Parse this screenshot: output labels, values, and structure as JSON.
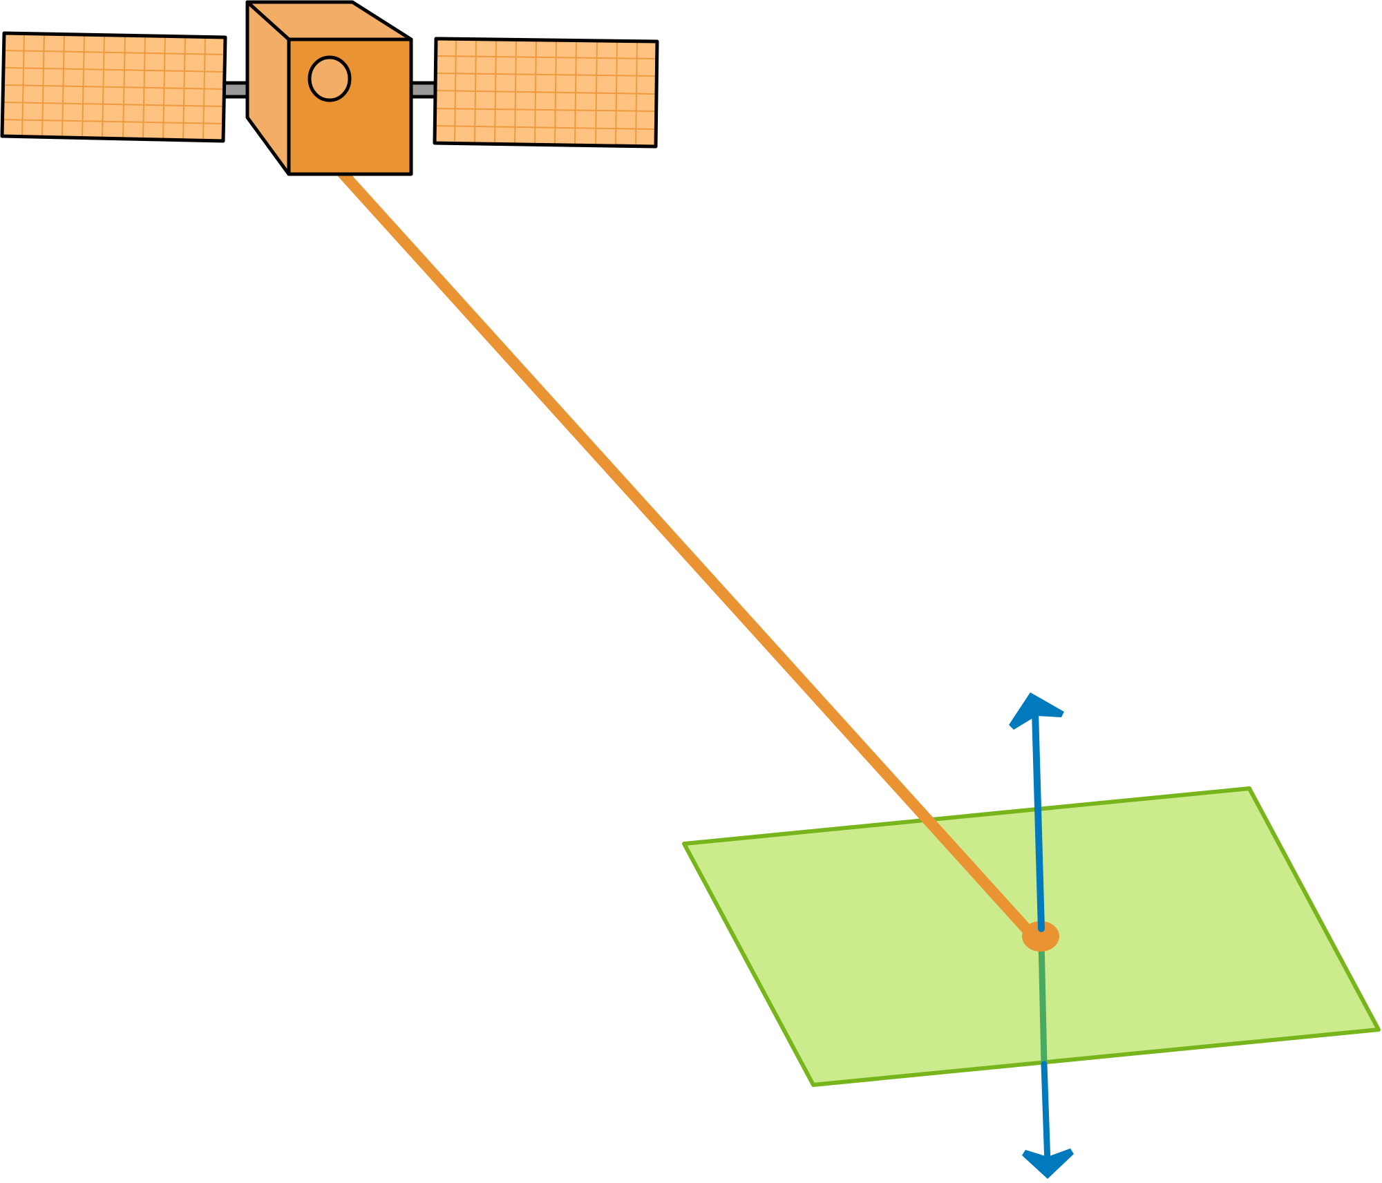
{
  "diagram": {
    "objects": [
      {
        "name": "satellite",
        "parts": [
          "bus",
          "lens",
          "left-solar-panel",
          "right-solar-panel",
          "panel-struts"
        ]
      },
      {
        "name": "line-of-sight-beam",
        "from": "satellite",
        "to": "target-point"
      },
      {
        "name": "ground-surface-patch"
      },
      {
        "name": "target-point"
      },
      {
        "name": "surface-normal-double-arrow"
      }
    ]
  },
  "colors": {
    "panel_fill": "#FFC281",
    "panel_grid": "#EE9A3E",
    "bus_front": "#EA9332",
    "bus_side": "#F2AD66",
    "strut": "#999999",
    "outline": "#000000",
    "beam": "#EA9332",
    "surface_fill": "#CBEB8C",
    "surface_edge": "#78B51C",
    "normal_arrow": "#0079BD",
    "normal_below_surface": "#4BAA62"
  },
  "icons": {
    "satellite": "satellite-icon",
    "normal": "double-headed-arrow-icon"
  }
}
